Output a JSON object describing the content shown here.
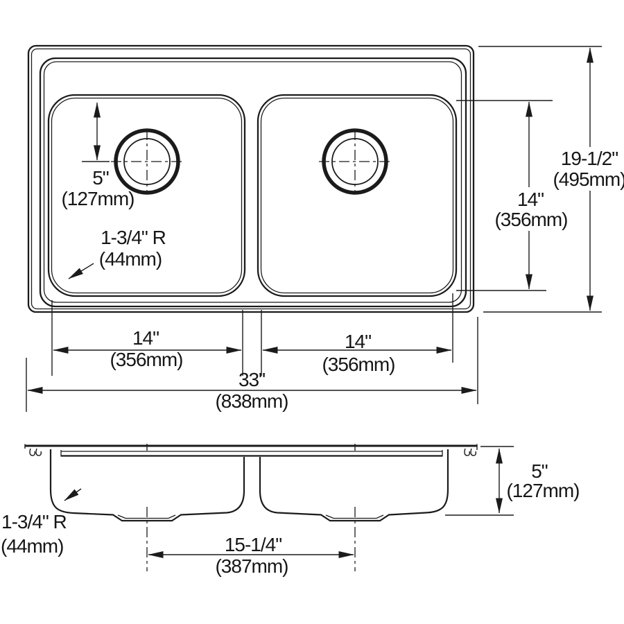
{
  "meta": {
    "background_color": "#ffffff",
    "line_color": "#1b1b1b",
    "views": [
      "top-plan-view",
      "side-section-view"
    ]
  },
  "top_view": {
    "dims": {
      "faucet_offset": {
        "in": "5\"",
        "mm": "(127mm)"
      },
      "bowl_corner_radius": {
        "in": "1-3/4\" R",
        "mm": "(44mm)"
      },
      "left_bowl_width": {
        "in": "14\"",
        "mm": "(356mm)"
      },
      "right_bowl_width": {
        "in": "14\"",
        "mm": "(356mm)"
      },
      "overall_length": {
        "in": "33\"",
        "mm": "(838mm)"
      },
      "overall_depth": {
        "in": "19-1/2\"",
        "mm": "(495mm)"
      },
      "bowl_front_to_back": {
        "in": "14\"",
        "mm": "(356mm)"
      }
    }
  },
  "side_view": {
    "dims": {
      "bowl_depth": {
        "in": "5\"",
        "mm": "(127mm)"
      },
      "bottom_corner_radius": {
        "in": "1-3/4\" R",
        "mm": "(44mm)"
      },
      "drain_center_spacing": {
        "in": "15-1/4\"",
        "mm": "(387mm)"
      }
    }
  }
}
